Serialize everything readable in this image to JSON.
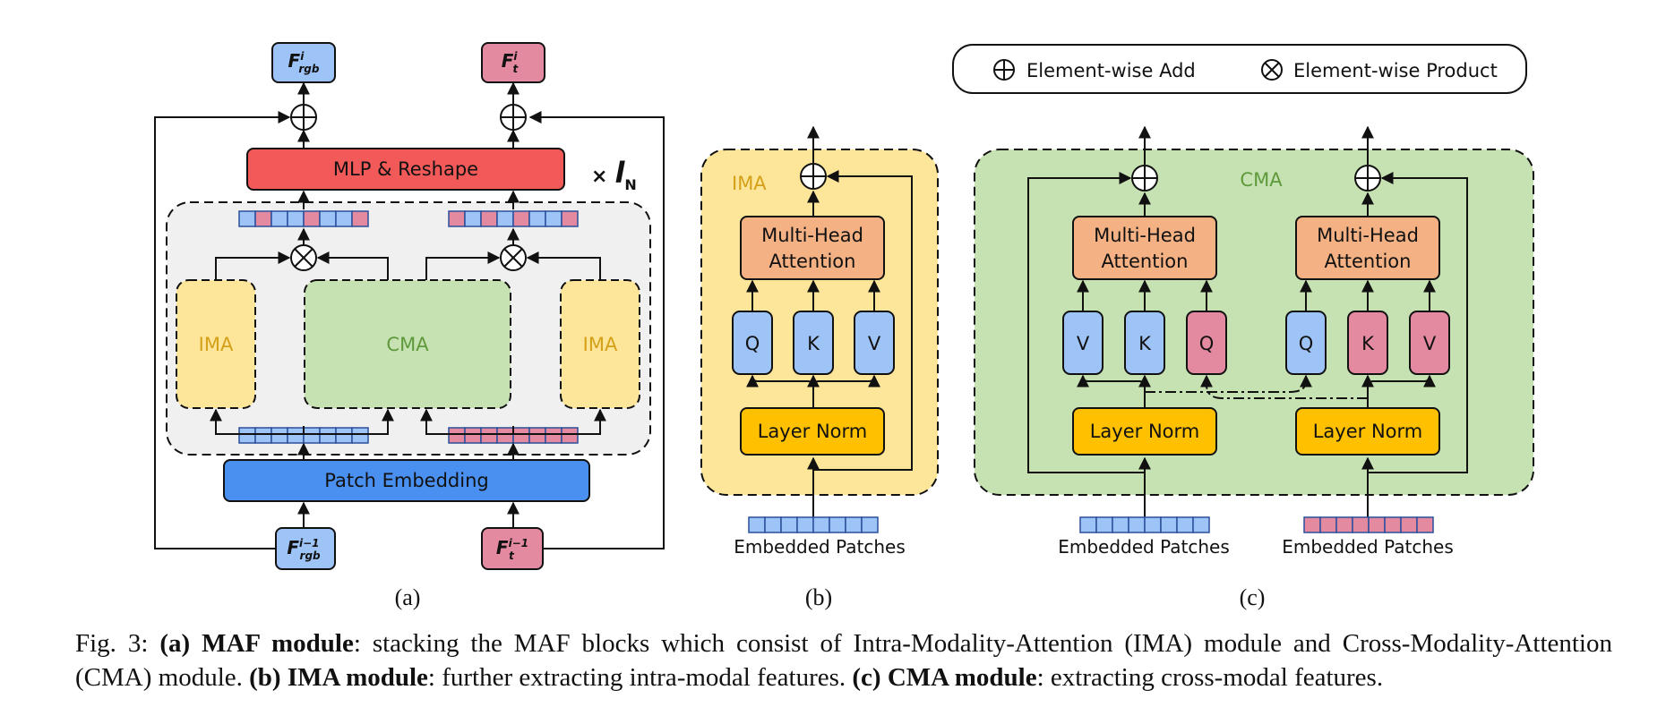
{
  "legend": {
    "add_label": "Element-wise Add",
    "product_label": "Element-wise Product"
  },
  "panel_a": {
    "output_rgb": {
      "base": "F",
      "sup": "i",
      "sub": "rgb"
    },
    "output_t": {
      "base": "F",
      "sup": "i",
      "sub": "t"
    },
    "input_rgb": {
      "base": "F",
      "sup": "i−1",
      "sub": "rgb"
    },
    "input_t": {
      "base": "F",
      "sup": "i−1",
      "sub": "t"
    },
    "mlp_label": "MLP & Reshape",
    "repeat_times": "×",
    "repeat_symbol": "l",
    "repeat_sub": "N",
    "ima_left": "IMA",
    "cma": "CMA",
    "ima_right": "IMA",
    "patch_embedding": "Patch Embedding",
    "label": "(a)"
  },
  "panel_b": {
    "title": "IMA",
    "mha_line1": "Multi-Head",
    "mha_line2": "Attention",
    "q": "Q",
    "k": "K",
    "v": "V",
    "layer_norm": "Layer Norm",
    "embedded": "Embedded Patches",
    "label": "(b)"
  },
  "panel_c": {
    "title": "CMA",
    "mha_line1": "Multi-Head",
    "mha_line2": "Attention",
    "left_v": "V",
    "left_k": "K",
    "left_q": "Q",
    "right_q": "Q",
    "right_k": "K",
    "right_v": "V",
    "layer_norm": "Layer Norm",
    "embedded_left": "Embedded Patches",
    "embedded_right": "Embedded Patches",
    "label": "(c)"
  },
  "caption": {
    "fig": "Fig. 3:",
    "a_bold": "(a) MAF module",
    "a_text": ": stacking the MAF blocks which consist of Intra-Modality-Attention (IMA) module and Cross-Modality-Attention (CMA) module.",
    "b_bold": "(b) IMA module",
    "b_text": ": further extracting intra-modal features.",
    "c_bold": "(c) CMA module",
    "c_text": ": extracting cross-modal features."
  },
  "colors": {
    "blue_box": "#4a90f0",
    "light_blue": "#9dc3f7",
    "red_box": "#f25a5a",
    "pink": "#e48aa0",
    "yellow_bg": "#fde59a",
    "green_bg": "#c7e2b2",
    "orange_mha": "#f4b183",
    "gold_ln": "#ffc000",
    "ima_text": "#d4a017",
    "cma_text": "#5e9a3c"
  }
}
